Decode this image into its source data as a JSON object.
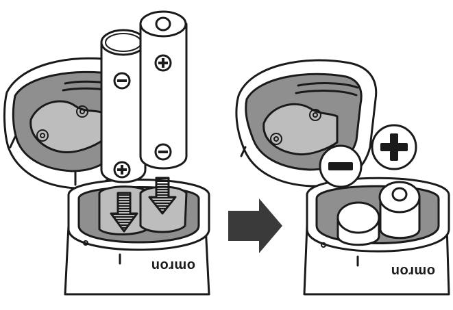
{
  "figure": {
    "brand_text": "omron",
    "ink_color": "#1a1a1a",
    "cavity_color": "#8f8f8f",
    "step_arrow_color": "#3a3a3a",
    "icons": {
      "negative": "minus-sign",
      "positive": "plus-sign",
      "insert_direction": "hatched-down-arrow",
      "step": "right-arrow"
    }
  }
}
